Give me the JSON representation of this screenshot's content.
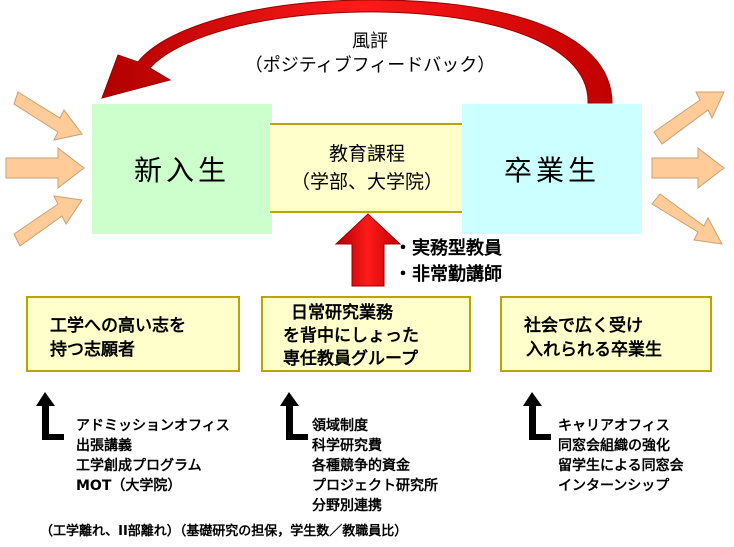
{
  "feedback": {
    "line1": "風評",
    "line2": "（ポジティブフィードバック）"
  },
  "boxes": {
    "freshman": "新入生",
    "graduate": "卒業生",
    "curriculum_line1": "教育課程",
    "curriculum_line2": "（学部、大学院）"
  },
  "faculty_types": {
    "item1": "・実務型教員",
    "item2": "・非常勤講師"
  },
  "pillars": {
    "left": {
      "line1": "工学への高い志を",
      "line2": "持つ志願者"
    },
    "center": {
      "line1": "日常研究業務",
      "line2": "を背中にしょった",
      "line3": "専任教員グループ"
    },
    "right": {
      "line1": "社会で広く受け",
      "line2": "入れられる卒業生"
    }
  },
  "measures": {
    "left": [
      "アドミッションオフィス",
      "出張講義",
      "工学創成プログラム",
      "MOT（大学院）"
    ],
    "center": [
      "領域制度",
      "科学研究費",
      "各種競争的資金",
      "プロジェクト研究所",
      "分野別連携"
    ],
    "right": [
      "キャリアオフィス",
      "同窓会組織の強化",
      "留学生による同窓会",
      "インターンシップ"
    ]
  },
  "footnote": "（工学離れ、II部離れ）（基礎研究の担保，学生数／教職員比）",
  "colors": {
    "red_arrow": "#ee0000",
    "peach_arrow": "#ffcc99",
    "freshman_fill": "#ccffcc",
    "graduate_fill": "#ccffff",
    "yellow_fill": "#ffffcc",
    "yellow_border": "#b8a600"
  }
}
